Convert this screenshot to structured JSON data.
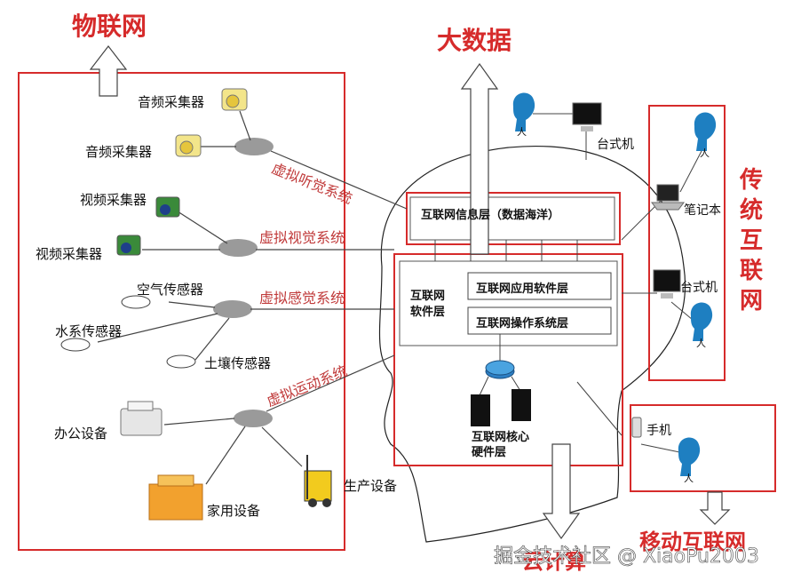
{
  "titles": {
    "iot": "物联网",
    "big_data": "大数据",
    "traditional_internet": "传统互联网",
    "mobile_internet": "移动互联网",
    "cloud_computing": "云计算"
  },
  "iot_devices": {
    "audio1": "音频采集器",
    "audio2": "音频采集器",
    "video1": "视频采集器",
    "video2": "视频采集器",
    "air": "空气传感器",
    "water": "水系传感器",
    "soil": "土壤传感器",
    "office": "办公设备",
    "home": "家用设备",
    "production": "生产设备"
  },
  "virtual_systems": {
    "auditory": "虚拟听觉系统",
    "visual": "虚拟视觉系统",
    "sensory": "虚拟感觉系统",
    "motor": "虚拟运动系统"
  },
  "layers": {
    "info": "互联网信息层（数据海洋）",
    "software": "互联网\n软件层",
    "app": "互联网应用软件层",
    "os": "互联网操作系统层",
    "hardware": "互联网核心\n硬件层"
  },
  "traditional_devices": {
    "desktop_top": "台式机",
    "laptop": "笔记本",
    "desktop_right": "台式机"
  },
  "mobile_device": {
    "phone": "手机"
  },
  "person_label": "人",
  "watermark": "掘金技术社区 @ XiaoPu2003",
  "colors": {
    "accent_red": "#d62b2b",
    "person_blue": "#1e7fc1",
    "hub_gray": "#9a9a9a"
  }
}
